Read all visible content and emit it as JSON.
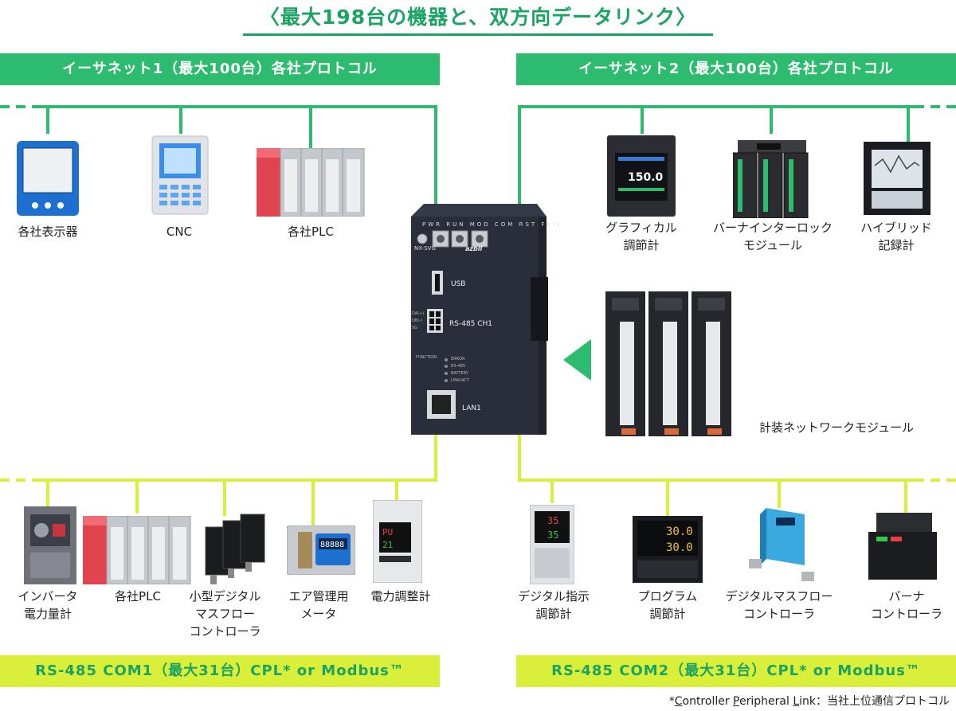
{
  "title": "〈最大198台の機器と、双方向データリンク〉",
  "bars": {
    "eth1": "イーサネット1（最大100台）各社プロトコル",
    "eth2": "イーサネット2（最大100台）各社プロトコル",
    "com1": "RS-485 COM1（最大31台）CPL* or Modbus™",
    "com2": "RS-485 COM2（最大31台）CPL* or Modbus™"
  },
  "eth1_devices": [
    "各社表示器",
    "CNC",
    "各社PLC"
  ],
  "eth2_devices": [
    "グラフィカル\n調節計",
    "バーナインターロック\nモジュール",
    "ハイブリッド\n記録計"
  ],
  "network_module": "計装ネットワークモジュール",
  "com1_devices": [
    "インバータ\n電力量計",
    "各社PLC",
    "小型デジタル\nマスフロー\nコントローラ",
    "エア管理用\nメータ",
    "電力調整計"
  ],
  "com2_devices": [
    "デジタル指示\n調節計",
    "プログラム\n調節計",
    "デジタルマスフロー\nコントローラ",
    "バーナ\nコントローラ"
  ],
  "controller": {
    "model": "NX-SVG",
    "brand": "azbil",
    "usb": "USB",
    "rs485": "RS-485 CH1",
    "lan": "LAN1",
    "leds": [
      "ERROR",
      "RS-485",
      "BATTERY",
      "LINK/ACT"
    ],
    "function": "FUNCTION",
    "top_labels": [
      "PWR",
      "RUN",
      "MOD",
      "COM",
      "RST",
      "FAIL"
    ],
    "pins": [
      "DA(+)",
      "DB(-)",
      "SG"
    ]
  },
  "footnote": {
    "pre": "*",
    "c": "C",
    "ontroller": "ontroller ",
    "p": "P",
    "eripheral": "eripheral ",
    "l": "L",
    "ink": "ink：当社上位通信プロトコル"
  },
  "colors": {
    "green": "#2dbb6f",
    "title_green": "#1aa363",
    "lime": "#d9ef3a",
    "controller": "#2a2e3a"
  }
}
